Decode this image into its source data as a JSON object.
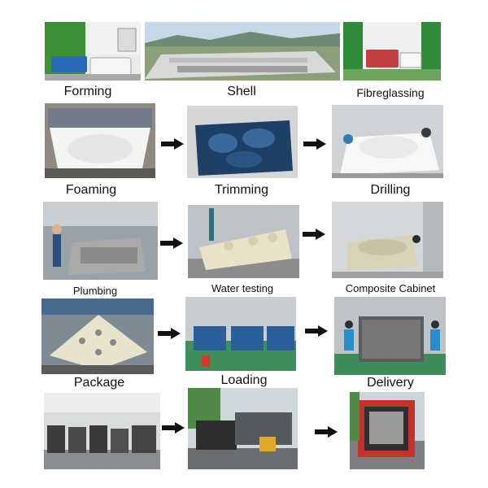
{
  "steps": [
    {
      "label": "Forming",
      "scene": "showroom"
    },
    {
      "label": "Shell",
      "scene": "factory-aerial"
    },
    {
      "label": "Fibreglassing",
      "scene": "display-room"
    },
    {
      "label": "Foaming",
      "scene": "mold-white"
    },
    {
      "label": "Trimming",
      "scene": "shell-blue"
    },
    {
      "label": "Drilling",
      "scene": "shell-workers"
    },
    {
      "label": "Plumbing",
      "scene": "plumbing"
    },
    {
      "label": "Water testing",
      "scene": "cream-shell"
    },
    {
      "label": "Composite Cabinet",
      "scene": "cabinet"
    },
    {
      "label": "Package",
      "scene": "jets-shell"
    },
    {
      "label": "Loading",
      "scene": "test-line"
    },
    {
      "label": "Delivery",
      "scene": "cabinet-workers"
    },
    {
      "label": "",
      "scene": "warehouse"
    },
    {
      "label": "",
      "scene": "truck-loading"
    },
    {
      "label": "",
      "scene": "container-truck"
    }
  ],
  "colors": {
    "arrow": "#111111",
    "label": "#111111"
  }
}
